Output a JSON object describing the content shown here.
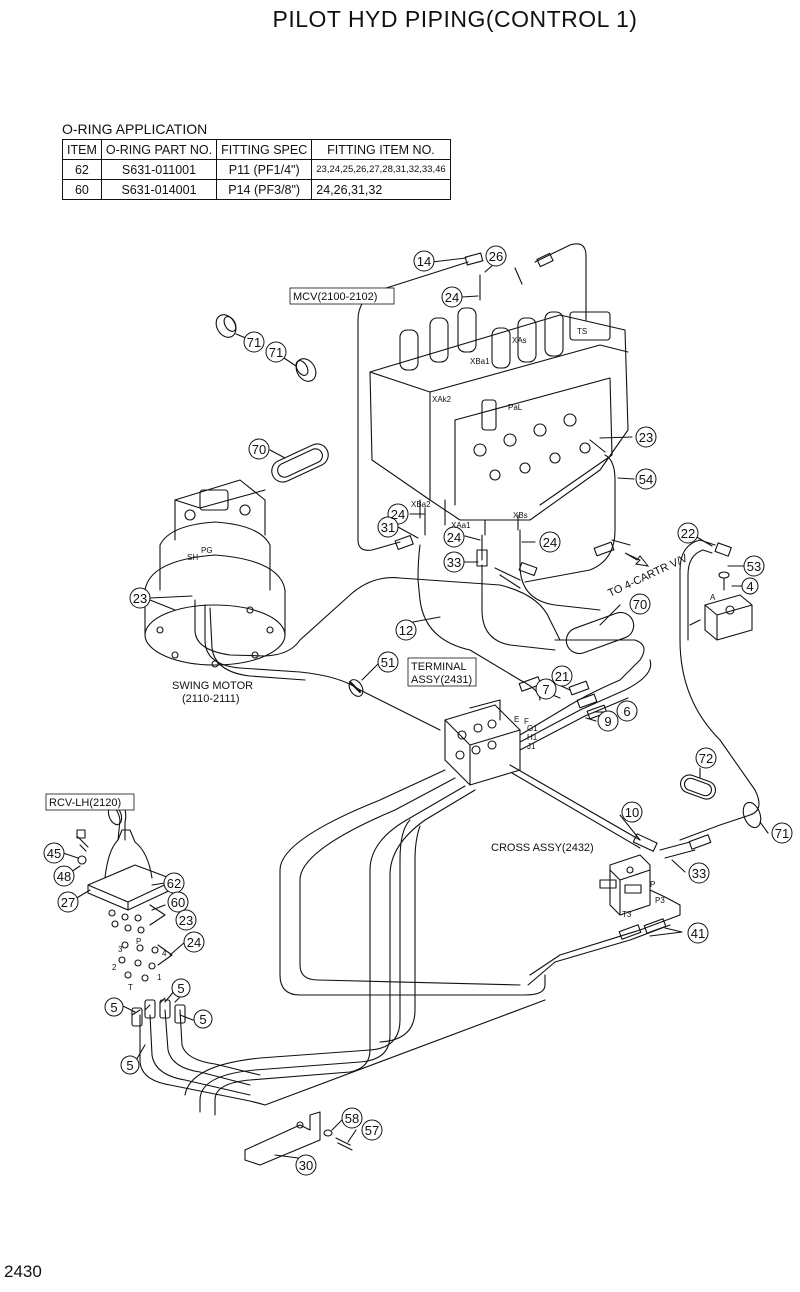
{
  "title": "PILOT HYD PIPING(CONTROL 1)",
  "page_number": "2430",
  "oring_application": {
    "caption": "O-RING APPLICATION",
    "headers": [
      "ITEM",
      "O-RING PART NO.",
      "FITTING SPEC",
      "FITTING ITEM NO."
    ],
    "rows": [
      [
        "62",
        "S631-011001",
        "P11 (PF1/4\")",
        "23,24,25,26,27,28,31,32,33,46"
      ],
      [
        "60",
        "S631-014001",
        "P14 (PF3/8\")",
        "24,26,31,32"
      ]
    ]
  },
  "labels": {
    "mcv": "MCV(2100-2102)",
    "swing_motor_1": "SWING MOTOR",
    "swing_motor_2": "(2110-2111)",
    "terminal_1": "TERMINAL",
    "terminal_2": "ASSY(2431)",
    "rcv": "RCV-LH(2120)",
    "cross": "CROSS ASSY(2432)",
    "to_cartr": "TO 4-CARTR V/V"
  },
  "port_labels": {
    "ts": "TS",
    "xas": "XAs",
    "xba1": "XBa1",
    "xak2": "XAk2",
    "pal": "PaL",
    "xba2": "XBa2",
    "xaa1": "XAa1",
    "xbs": "XBs",
    "sh": "SH",
    "pg": "PG",
    "e": "E",
    "f": "F",
    "g1": "G1",
    "h1": "H1",
    "j1": "J1",
    "p_cross": "P",
    "p3": "P3",
    "t3": "T3",
    "rcv_p": "P",
    "rcv_t": "T",
    "rcv_1": "1",
    "rcv_2": "2",
    "rcv_3": "3",
    "rcv_4": "4",
    "val_a": "A"
  },
  "callouts": {
    "c14": "14",
    "c26": "26",
    "c24_top": "24",
    "c71_a": "71",
    "c71_b": "71",
    "c23_mcv": "23",
    "c70_left": "70",
    "c54": "54",
    "c24_xba2": "24",
    "c31": "31",
    "c24_xaa1": "24",
    "c24_xbs": "24",
    "c33_mcv": "33",
    "c22": "22",
    "c53": "53",
    "c4": "4",
    "c23_swing": "23",
    "c12": "12",
    "c70_right": "70",
    "c51": "51",
    "c21": "21",
    "c7": "7",
    "c6": "6",
    "c9": "9",
    "c72": "72",
    "c10": "10",
    "c71_right": "71",
    "c45": "45",
    "c48": "48",
    "c62": "62",
    "c27": "27",
    "c60": "60",
    "c23_rcv": "23",
    "c24_rcv": "24",
    "c33_cross": "33",
    "c41": "41",
    "c5_a": "5",
    "c5_b": "5",
    "c5_c": "5",
    "c5_d": "5",
    "c58": "58",
    "c57": "57",
    "c30": "30"
  }
}
